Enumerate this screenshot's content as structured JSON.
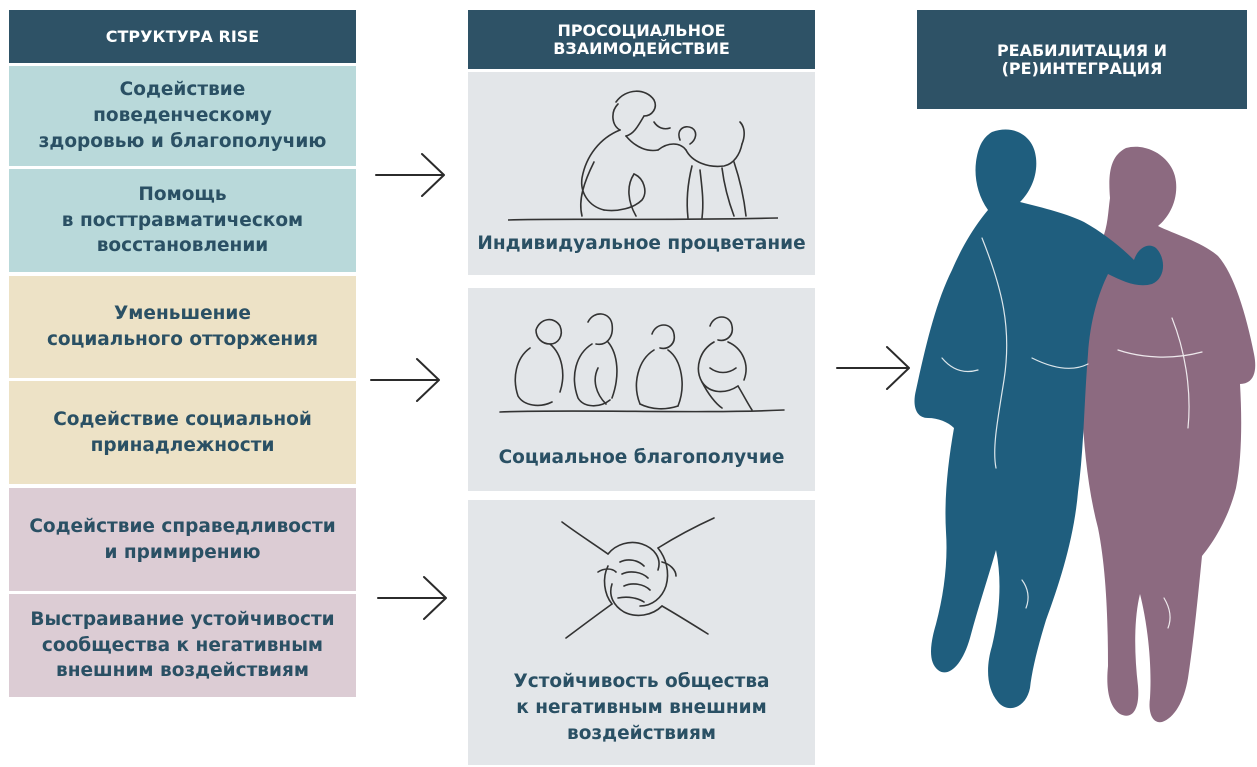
{
  "left_column": {
    "header": "СТРУКТУРА RISE",
    "items": [
      "Содействие\nповеденческому\nздоровью и благополучию",
      "Помощь\nв посттравматическом\nвосстановлении",
      "Уменьшение\nсоциального отторжения",
      "Содействие социальной\nпринадлежности",
      "Содействие справедливости\nи примирению",
      "Выстраивание устойчивости\nсообщества к негативным\nвнешним воздействиям"
    ]
  },
  "middle_column": {
    "header": "ПРОСОЦИАЛЬНОЕ\nВЗАИМОДЕЙСТВИЕ",
    "panels": [
      {
        "label": "Индивидуальное процветание",
        "icon": "person-with-dog-icon"
      },
      {
        "label": "Социальное благополучие",
        "icon": "group-sitting-icon"
      },
      {
        "label": "Устойчивость общества\nк негативным внешним\nвоздействиям",
        "icon": "joined-hands-icon"
      }
    ]
  },
  "right_column": {
    "header": "РЕАБИЛИТАЦИЯ И\n(РЕ)ИНТЕГРАЦИЯ",
    "figure": "two-people-walking-icon"
  },
  "colors": {
    "header": "#2e5266",
    "teal": "#b9d9da",
    "sand": "#ede2c6",
    "mauve": "#dcccd4",
    "panel": "#e3e6e9",
    "text": "#2a5064",
    "figure_blue": "#1f5e7e",
    "figure_mauve": "#8c6a80",
    "arrow": "#2b2b2b"
  }
}
